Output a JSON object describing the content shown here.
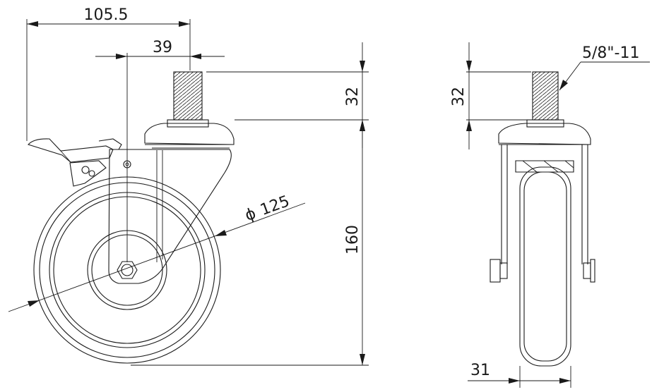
{
  "dimensions": {
    "overall_width": "105.5",
    "stem_offset": "39",
    "stem_length_side": "32",
    "height": "160",
    "wheel_diameter": "125",
    "diameter_symbol": "ϕ",
    "stem_length_front": "32",
    "thread": "5/8\"-11",
    "wheel_width": "31"
  }
}
